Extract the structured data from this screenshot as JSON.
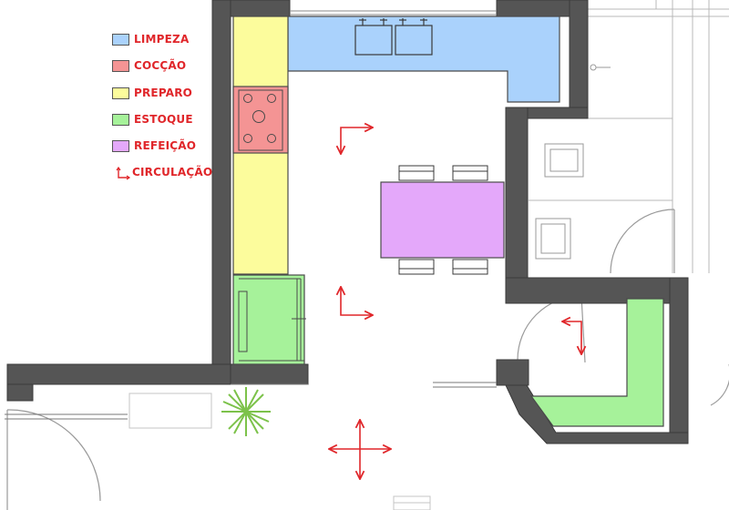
{
  "legend": {
    "items": [
      {
        "key": "limpeza",
        "label": "LIMPEZA",
        "color": "#aad2fc"
      },
      {
        "key": "coccao",
        "label": "COCÇÃO",
        "color": "#f49494"
      },
      {
        "key": "preparo",
        "label": "PREPARO",
        "color": "#fcfc9c"
      },
      {
        "key": "estoque",
        "label": "ESTOQUE",
        "color": "#a6f29a"
      },
      {
        "key": "refeicao",
        "label": "REFEIÇÃO",
        "color": "#e4a8fa"
      }
    ],
    "circulation": {
      "label": "CIRCULAÇÃO",
      "icon": "circulation-arrow-icon"
    },
    "text_color": "#e0262a"
  },
  "colors": {
    "wall": "#555555",
    "wall_stroke": "#3a3a3a",
    "line": "#9a9a9a",
    "arrow": "#e0262a",
    "plant": "#7cc24a"
  }
}
